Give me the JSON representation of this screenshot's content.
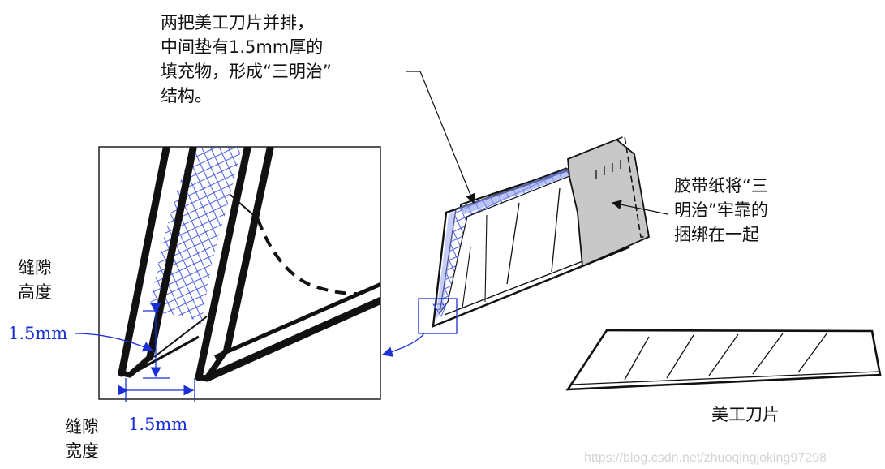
{
  "callout_top": {
    "lines": [
      "两把美工刀片并排，",
      "中间垫有1.5mm厚的",
      "填充物，形成“三明治”",
      "结构。"
    ]
  },
  "callout_right": {
    "lines": [
      "胶带纸将“三",
      "明治”牢靠的",
      "捆绑在一起"
    ]
  },
  "gap_height": {
    "lines": [
      "缝隙",
      "高度"
    ],
    "value": "1.5mm"
  },
  "gap_width": {
    "lines": [
      "缝隙",
      "宽度"
    ],
    "value": "1.5mm"
  },
  "blade_caption": "美工刀片",
  "watermark": "https://blog.csdn.net/zhuoqingjoking97298",
  "colors": {
    "dimension": "#1a2fd6",
    "hatch": "#3348e0",
    "tape": "#c8c8c8",
    "ink": "#111111"
  }
}
